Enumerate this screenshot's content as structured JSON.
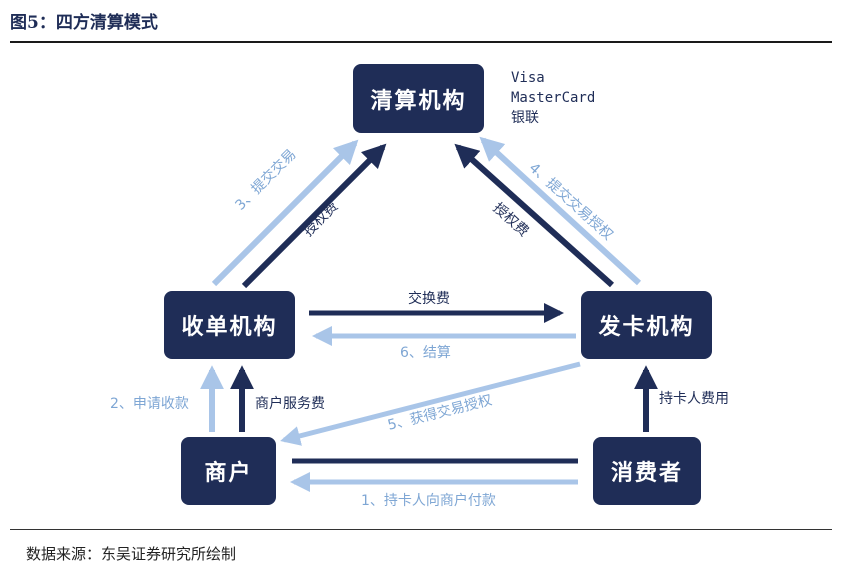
{
  "figure_title": "图5：四方清算模式",
  "nodes": {
    "clearing": "清算机构",
    "acquirer": "收单机构",
    "issuer": "发卡机构",
    "merchant": "商户",
    "consumer": "消费者"
  },
  "clearing_orgs": [
    "Visa",
    "MasterCard",
    "银联"
  ],
  "labels": {
    "submit_trade_3": "3、提交交易",
    "auth_fee_left": "授权费",
    "auth_fee_right": "授权费",
    "submit_trade_auth_4": "4、提交交易授权",
    "interchange_fee": "交换费",
    "settlement_6": "6、结算",
    "apply_payment_2": "2、申请收款",
    "merchant_service_fee": "商户服务费",
    "obtain_auth_5": "5、获得交易授权",
    "cardholder_fee": "持卡人费用",
    "cardholder_pays_1": "1、持卡人向商户付款"
  },
  "colors": {
    "dark": "#1f2d57",
    "light": "#a9c5e8",
    "light_text": "#7ea6d4"
  },
  "source": "数据来源：东吴证券研究所绘制"
}
